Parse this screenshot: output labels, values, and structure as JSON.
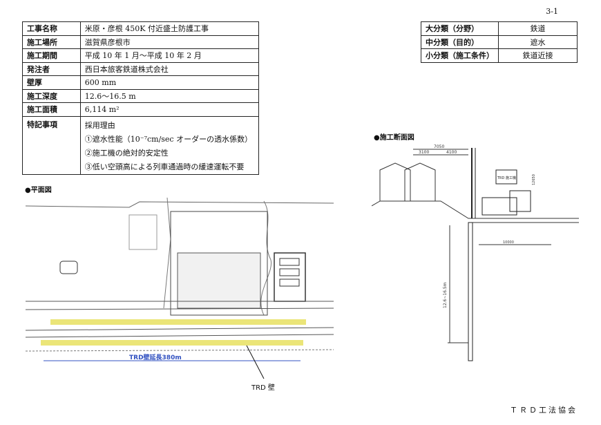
{
  "page_number": "3-1",
  "project": {
    "rows": [
      {
        "label": "工事名称",
        "value": "米原・彦根 450K 付近盛土防護工事"
      },
      {
        "label": "施工場所",
        "value": "滋賀県彦根市"
      },
      {
        "label": "施工期間",
        "value": "平成 10 年 1 月～平成 10 年 2 月"
      },
      {
        "label": "発注者",
        "value": "西日本旅客鉄道株式会社"
      },
      {
        "label": "壁厚",
        "value": "600 mm"
      },
      {
        "label": "施工深度",
        "value": "12.6～16.5 m"
      },
      {
        "label": "施工面積",
        "value": "6,114 m²"
      }
    ],
    "remarks": {
      "label": "特記事項",
      "heading": "採用理由",
      "items": [
        "①遮水性能（10⁻⁷cm/sec オーダーの透水係数）",
        "②施工機の絶対的安定性",
        "③低い空頭高による列車通過時の緩速運転不要"
      ]
    }
  },
  "classification": [
    {
      "label": "大分類（分野）",
      "value": "鉄道"
    },
    {
      "label": "中分類（目的）",
      "value": "遮水"
    },
    {
      "label": "小分類（施工条件）",
      "value": "鉄道近接"
    }
  ],
  "plan": {
    "title": "●平面図",
    "wall_length_label": "TRD壁延長380m",
    "wall_callout": "TRD 壁",
    "highlight_color": "#e8e060"
  },
  "section": {
    "title": "●施工断面図",
    "dim_top": "7050",
    "dim_a": "3100",
    "dim_b": "4100",
    "dim_bottom": "10000",
    "dim_height": "12650",
    "dim_depth": "12.6~16.5m",
    "machine_label": "TRD 施工機"
  },
  "footer": "ＴＲＤ工法協会"
}
